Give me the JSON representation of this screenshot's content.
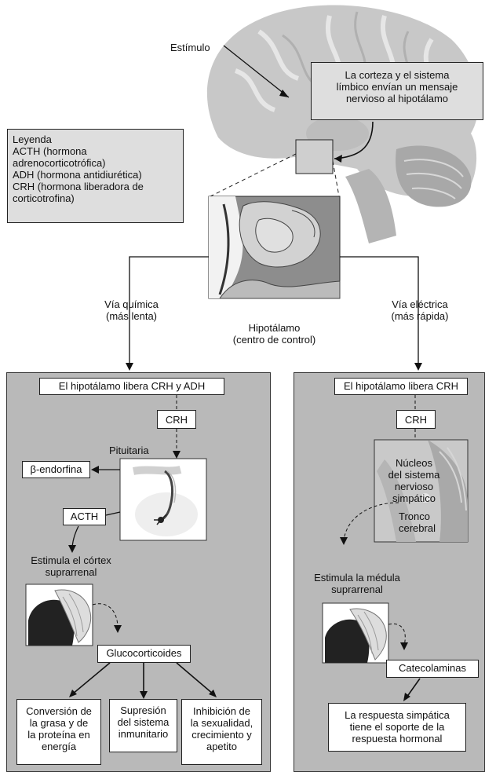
{
  "top": {
    "stimulus": "Estímulo",
    "cortex_message": "La corteza y el sistema\nlímbico envían un mensaje\nnervioso al hipotálamo",
    "legend": "Leyenda\nACTH (hormona\nadrenocorticotrófica)\nADH (hormona antidiurética)\nCRH (hormona liberadora de\ncorticotrofina)",
    "hypothalamus": "Hipotálamo\n(centro de control)",
    "chemical_path": "Vía química\n(más lenta)",
    "electrical_path": "Vía eléctrica\n(más rápida)"
  },
  "left": {
    "header": "El hipotálamo libera CRH y ADH",
    "crh": "CRH",
    "pituitary": "Pituitaria",
    "beta_endorphin": "β-endorfina",
    "acth": "ACTH",
    "stimulates_cortex": "Estimula el córtex\nsuprarrenal",
    "glucocorticoids": "Glucocorticoides",
    "effect1": "Conversión de\nla grasa y de\nla proteína en\nenergía",
    "effect2": "Supresión\ndel sistema\ninmunitario",
    "effect3": "Inhibición de\nla sexualidad,\ncrecimiento y\napetito"
  },
  "right": {
    "header": "El hipotálamo libera CRH",
    "crh": "CRH",
    "nuclei": "Núcleos\ndel sistema\nnervioso\nsimpático",
    "brainstem": "Tronco\ncerebral",
    "stimulates_medulla": "Estimula la médula\nsuprarrenal",
    "catecholamines": "Catecolaminas",
    "response": "La respuesta simpática\ntiene el soporte de la\nrespuesta hormonal"
  },
  "colors": {
    "panel": "#b9b9b9",
    "brain": "#c8c8c8",
    "brain_dark": "#9a9a9a"
  }
}
